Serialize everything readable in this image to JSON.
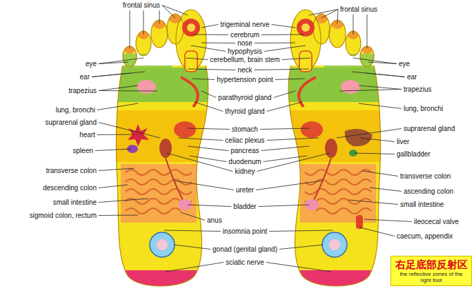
{
  "diagram": {
    "nodes": [
      {
        "text": [
          "右足底部反射区",
          "the reflective zones of the right foot"
        ]
      }
    ],
    "labels": [
      "frontal sinus",
      "frontal sinus",
      "trigeminal nerve",
      "cerebrum",
      "nose",
      "hypophysis",
      "cerebellum, brain stem",
      "eye",
      "eye",
      "neck",
      "ear",
      "ear",
      "hypertension point",
      "trapezius",
      "trapezius",
      "parathyroid gland",
      "lung, bronchi",
      "lung, bronchi",
      "thyroid gland",
      "suprarenal gland",
      "suprarenal gland",
      "heart",
      "stomach",
      "liver",
      "celiac plexus",
      "spleen",
      "pancreas",
      "gallbladder",
      "duodenum",
      "kidney",
      "transverse colon",
      "transverse colon",
      "descending colon",
      "ureter",
      "ascending colon",
      "small intestine",
      "small intestine",
      "bladder",
      "sigmoid colon, rectum",
      "anus",
      "ileocecal valve",
      "insomnia point",
      "caecum, appendix",
      "gonad (genital gland)",
      "sciatic nerve"
    ]
  }
}
